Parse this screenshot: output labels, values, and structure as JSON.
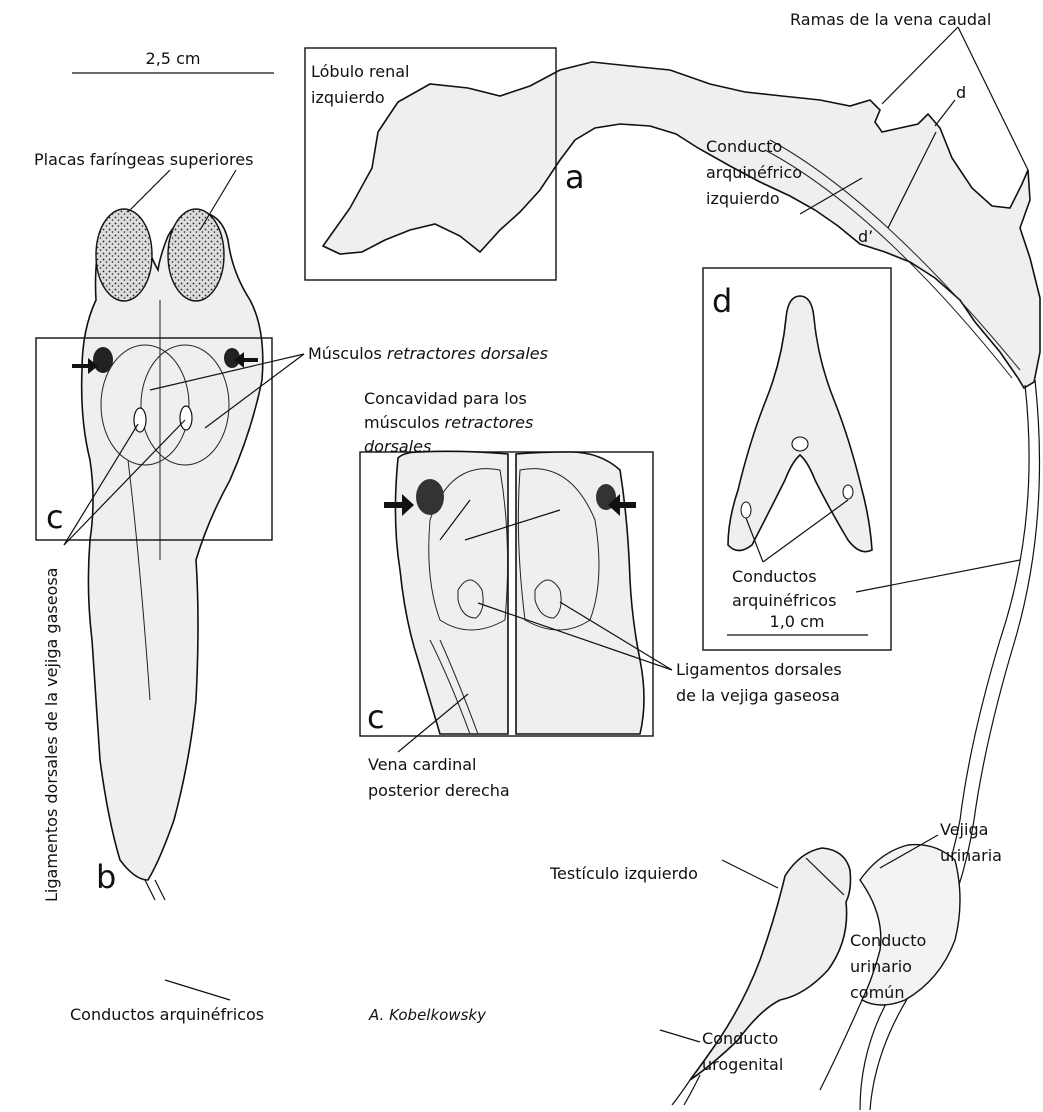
{
  "scale_bars": {
    "main": "2,5 cm",
    "inset_d": "1,0 cm"
  },
  "panel_letters": {
    "a": "a",
    "b": "b",
    "c_small": "c",
    "c_inset": "c",
    "d_inset": "d"
  },
  "labels": {
    "lobulo_line1": "Lóbulo renal",
    "lobulo_line2": "izquierdo",
    "ramas": "Ramas de la vena caudal",
    "d_marker": "d",
    "d_prime_marker": "d’",
    "conducto_izq_1": "Conducto",
    "conducto_izq_2": "arquinéfrico",
    "conducto_izq_3": "izquierdo",
    "placas": "Placas faríngeas superiores",
    "musculos_1": "Músculos ",
    "musculos_2": "retractores dorsales",
    "concavidad_1": "Concavidad para los",
    "concavidad_2a": "músculos ",
    "concavidad_2b": "retractores",
    "concavidad_3": "dorsales",
    "lig_vertical": "Ligamentos dorsales de la vejiga gaseosa",
    "lig_c_1": "Ligamentos dorsales",
    "lig_c_2": "de la vejiga gaseosa",
    "conductos_d_1": "Conductos",
    "conductos_d_2": "arquinéfricos",
    "vena_1": "Vena cardinal",
    "vena_2": "posterior derecha",
    "vejiga_1": "Vejiga",
    "vejiga_2": "urinaria",
    "testiculo": "Testículo izquierdo",
    "urinario_1": "Conducto",
    "urinario_2": "urinario",
    "urinario_3": "común",
    "urogenital_1": "Conducto",
    "urogenital_2": "urogenital",
    "conductos_b": "Conductos arquinéfricos",
    "author": "A. Kobelkowsky"
  }
}
